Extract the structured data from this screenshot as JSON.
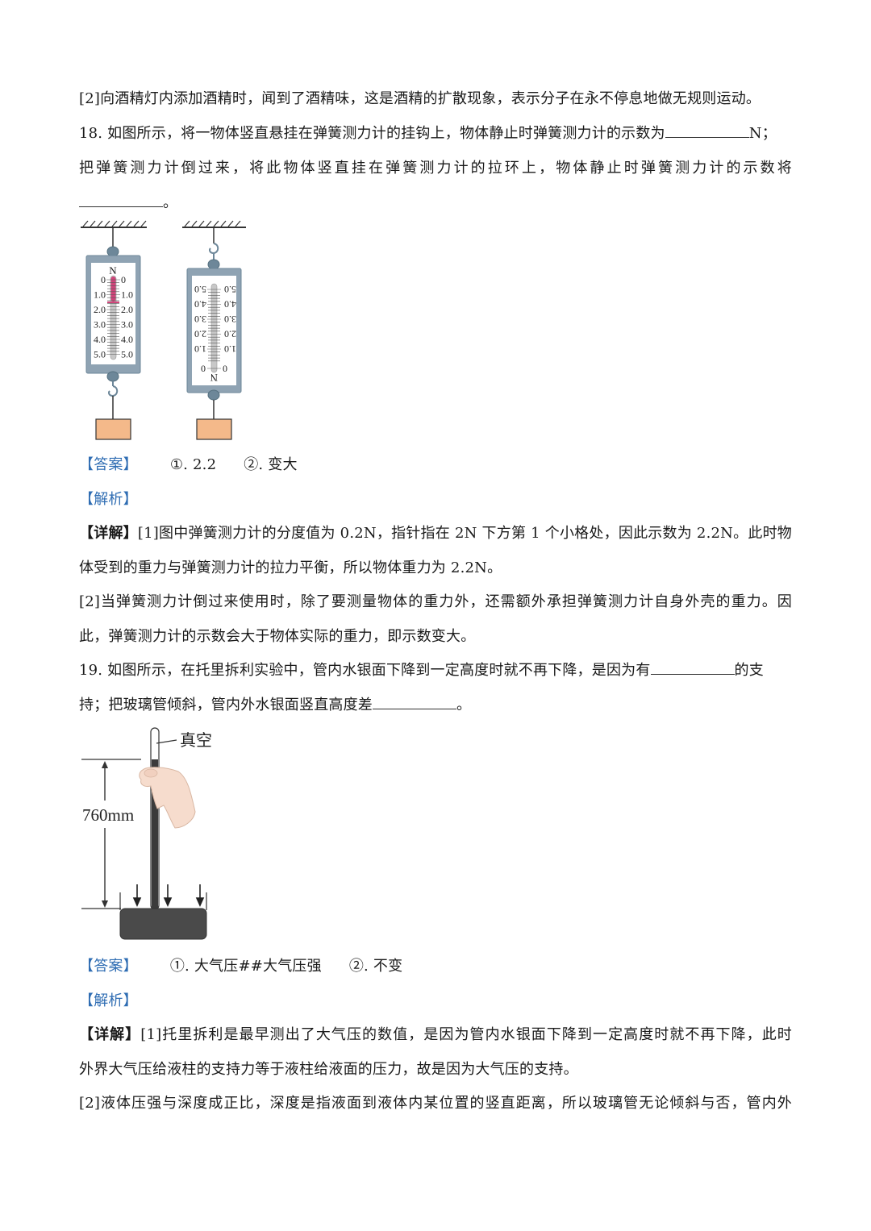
{
  "q17_tail": {
    "line": "[2]向酒精灯内添加酒精时，闻到了酒精味，这是酒精的扩散现象，表示分子在永不停息地做无规则运动。"
  },
  "q18": {
    "line1_a": "18. 如图所示，将一物体竖直悬挂在弹簧测力计的挂钩上，物体静止时弹簧测力计的示数为",
    "line1_b": "N；",
    "line2": "把弹簧测力计倒过来，将此物体竖直挂在弹簧测力计的拉环上，物体静止时弹簧测力计的示数将",
    "line3_end": "。",
    "figure": {
      "scale_unit": "N",
      "left_scale_labels": [
        "0",
        "1.0",
        "2.0",
        "3.0",
        "4.0",
        "5.0"
      ],
      "right_scale_labels_inverted": [
        "5.0",
        "4.0",
        "3.0",
        "2.0",
        "1.0",
        "0"
      ],
      "indicator_value": "2.2",
      "colors": {
        "frame": "#8fa3b3",
        "indicator": "#d0457a",
        "block": "#f4b98a"
      }
    },
    "answer_tag": "【答案】",
    "answer_1": "①. 2.2",
    "answer_2": "②. 变大",
    "analysis_tag": "【解析】",
    "detail_tag": "【详解】",
    "detail_1a": "[1]图中弹簧测力计的分度值为 0.2N，指针指在 2N 下方第 1 个小格处，因此示数为 2.2N。此时物",
    "detail_1b": "体受到的重力与弹簧测力计的拉力平衡，所以物体重力为 2.2N。",
    "detail_2a": "[2]当弹簧测力计倒过来使用时，除了要测量物体的重力外，还需额外承担弹簧测力计自身外壳的重力。因",
    "detail_2b": "此，弹簧测力计的示数会大于物体实际的重力，即示数变大。"
  },
  "q19": {
    "line1_a": "19. 如图所示，在托里拆利实验中，管内水银面下降到一定高度时就不再下降，是因为有",
    "line1_b": "的支",
    "line2_a": "持；把玻璃管倾斜，管内外水银面竖直高度差",
    "line2_b": "。",
    "figure": {
      "vacuum_label": "真空",
      "height_label": "760mm"
    },
    "answer_tag": "【答案】",
    "answer_1": "①. 大气压##大气压强",
    "answer_2": "②. 不变",
    "analysis_tag": "【解析】",
    "detail_tag": "【详解】",
    "detail_1a": "[1]托里拆利是最早测出了大气压的数值，是因为管内水银面下降到一定高度时就不再下降，此时",
    "detail_1b": "外界大气压给液柱的支持力等于液柱给液面的压力，故是因为大气压的支持。",
    "detail_2a": "[2]液体压强与深度成正比，深度是指液面到液体内某位置的竖直距离，所以玻璃管无论倾斜与否，管内外"
  }
}
